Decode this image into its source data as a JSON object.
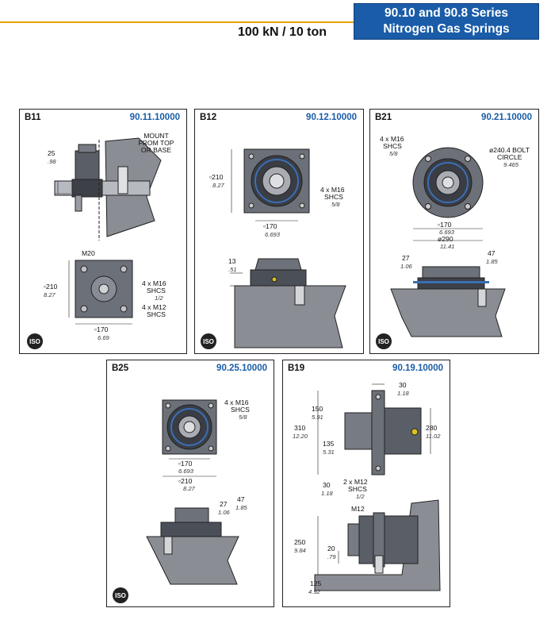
{
  "header": {
    "series_line1": "90.10 and 90.8 Series",
    "series_line2": "Nitrogen Gas Springs",
    "capacity": "100 kN / 10 ton",
    "accent_color": "#e8a200",
    "brand_color": "#1a5ca8"
  },
  "panels": {
    "b11": {
      "code": "B11",
      "part": "90.11.10000",
      "mount": [
        "MOUNT",
        "FROM TOP",
        "OR BASE"
      ],
      "dim_25": "25",
      "dim_25_in": ".98",
      "m20": "M20",
      "dim_210": "▫210",
      "dim_210_in": "8.27",
      "m16": "4 x M16",
      "m16_shcs": "SHCS",
      "m16_in": "1/2",
      "m12": "4 x M12",
      "m12_shcs": "SHCS",
      "dim_170": "▫170",
      "dim_170_in": "6.69",
      "iso": "ISO"
    },
    "b12": {
      "code": "B12",
      "part": "90.12.10000",
      "dim_210": "▫210",
      "dim_210_in": "8.27",
      "m16": "4 x M16",
      "m16_shcs": "SHCS",
      "m16_in": "5/8",
      "dim_170": "▫170",
      "dim_170_in": "6.693",
      "dim_13": "13",
      "dim_13_in": ".51",
      "iso": "ISO"
    },
    "b21": {
      "code": "B21",
      "part": "90.21.10000",
      "m16": "4 x M16",
      "m16_shcs": "SHCS",
      "m16_in": "5/8",
      "bolt": "ø240.4 BOLT",
      "circle": "CIRCLE",
      "bolt_in": "9.465",
      "dim_170": "▫170",
      "dim_170_in": "6.693",
      "dim_290": "ø290",
      "dim_290_in": "11.41",
      "dim_27": "27",
      "dim_27_in": "1.06",
      "dim_47": "47",
      "dim_47_in": "1.85",
      "iso": "ISO"
    },
    "b25": {
      "code": "B25",
      "part": "90.25.10000",
      "m16": "4 x M16",
      "m16_shcs": "SHCS",
      "m16_in": "5/8",
      "dim_170": "▫170",
      "dim_170_in": "6.693",
      "dim_210": "▫210",
      "dim_210_in": "8.27",
      "dim_27": "27",
      "dim_27_in": "1.06",
      "dim_47": "47",
      "dim_47_in": "1.85",
      "iso": "ISO"
    },
    "b19": {
      "code": "B19",
      "part": "90.19.10000",
      "dim_30a": "30",
      "dim_30a_in": "1.18",
      "dim_150": "150",
      "dim_150_in": "5.91",
      "dim_310": "310",
      "dim_310_in": "12.20",
      "dim_280": "280",
      "dim_280_in": "11.02",
      "dim_135": "135",
      "dim_135_in": "5.31",
      "dim_30b": "30",
      "dim_30b_in": "1.18",
      "m12": "2 x M12",
      "m12_shcs": "SHCS",
      "m12_in": "1/2",
      "m12b": "M12",
      "dim_250": "250",
      "dim_250_in": "9.84",
      "dim_20": "20",
      "dim_20_in": ".79",
      "dim_125": "125",
      "dim_125_in": "4.92"
    }
  }
}
